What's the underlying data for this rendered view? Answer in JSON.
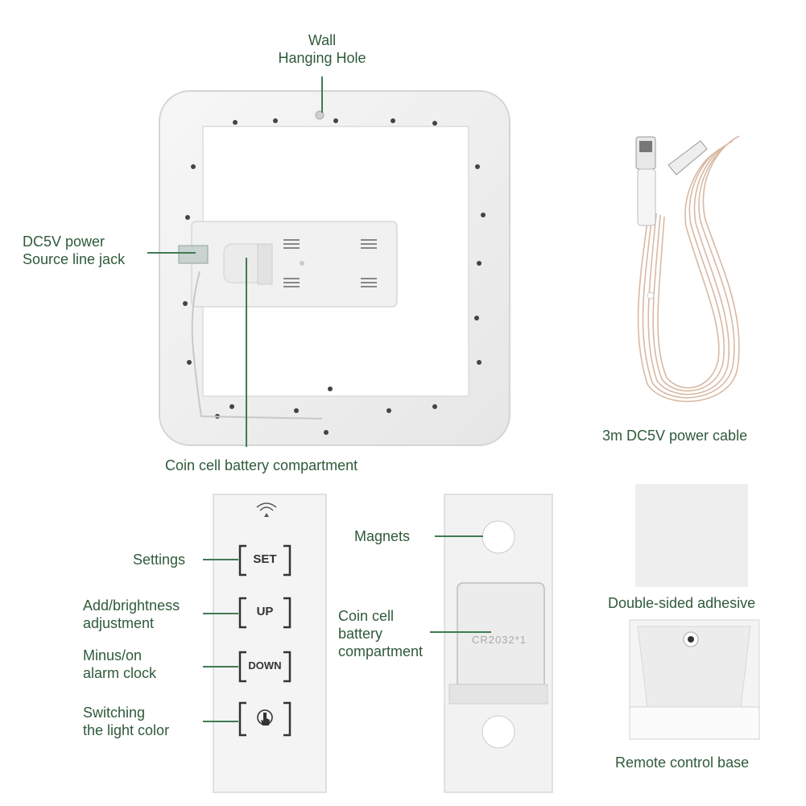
{
  "labels": {
    "wall_hole": [
      "Wall",
      "Hanging Hole"
    ],
    "dc_jack": [
      "DC5V power",
      "Source line jack"
    ],
    "cable": "3m DC5V power cable",
    "coin_top": "Coin cell battery compartment",
    "settings": "Settings",
    "add_bright": [
      "Add/brightness",
      "adjustment"
    ],
    "minus_alarm": [
      "Minus/on",
      "alarm clock"
    ],
    "switch_color": [
      "Switching",
      "the light color"
    ],
    "magnets": "Magnets",
    "coin_mid": [
      "Coin cell",
      "battery",
      "compartment"
    ],
    "adhesive": "Double-sided adhesive",
    "remote_base": "Remote control base"
  },
  "remote": {
    "set_label": "SET",
    "up_label": "UP",
    "down_label": "DOWN",
    "color_icon": "hand-pointer-icon",
    "signal_icon": "wireless-signal-icon"
  },
  "battery_cover_text": "CR2032*1",
  "colors": {
    "label": "#2f5a3a",
    "line": "#3f7a52",
    "frame": "#f2f2f2"
  }
}
